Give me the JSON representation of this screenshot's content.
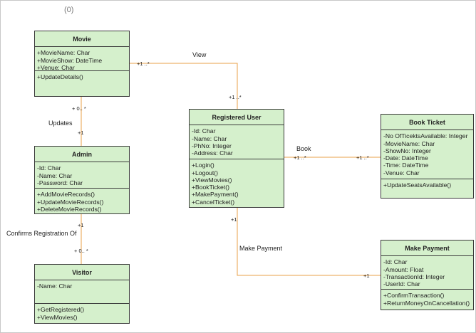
{
  "diagram_label": "(0)",
  "classes": {
    "movie": {
      "name": "Movie",
      "attributes": [
        "+MovieName: Char",
        "+MovieShow: DateTime",
        "+Venue: Char"
      ],
      "operations": [
        "+UpdateDetails()"
      ]
    },
    "admin": {
      "name": "Admin",
      "attributes": [
        "-Id: Char",
        "-Name: Char",
        "-Password: Char"
      ],
      "operations": [
        "+AddMovieRecords()",
        "+UpdateMovieRecords()",
        "+DeleteMovieRecords()"
      ]
    },
    "visitor": {
      "name": "Visitor",
      "attributes": [
        "-Name: Char"
      ],
      "operations": [
        "+GetRegistered()",
        "+ViewMovies()"
      ]
    },
    "registered_user": {
      "name": "Registered User",
      "attributes": [
        "-Id: Char",
        "-Name: Char",
        "-PhNo: Integer",
        "-Address: Char"
      ],
      "operations": [
        "+Login()",
        "+Logout()",
        "+ViewMovies()",
        "+BookTicket()",
        "+MakePayment()",
        "+CancelTicket()"
      ]
    },
    "book_ticket": {
      "name": "Book Ticket",
      "attributes": [
        "-No OfTicektsAvailable: Integer",
        "-MovieName: Char",
        "-ShowNo: Integer",
        "-Date: DateTime",
        "-Time: DateTime",
        "-Venue: Char"
      ],
      "operations": [
        "+UpdateSeatsAvailable()"
      ]
    },
    "make_payment": {
      "name": "Make Payment",
      "attributes": [
        "-Id: Char",
        "-Amount: Float",
        "-TransactionId: Integer",
        "-UserId: Char"
      ],
      "operations": [
        "+ConfirmTransaction()",
        "+ReturnMoneyOnCancellation()"
      ]
    }
  },
  "associations": {
    "view": {
      "label": "View",
      "movie_end": "+1 ..*",
      "user_end": "+1 ..*"
    },
    "updates": {
      "label": "Updates",
      "movie_end": "+ 0.. *",
      "admin_end": "+1"
    },
    "confirms": {
      "label": "Confirms Registration Of",
      "admin_end": "+1",
      "visitor_end": "+ 0.. *"
    },
    "book": {
      "label": "Book",
      "user_end": "+1 ..*",
      "ticket_end": "+1 ..*"
    },
    "payment": {
      "label": "Make Payment",
      "user_end": "+1",
      "payment_end": "+1"
    }
  },
  "colors": {
    "class_fill": "#d5f0cc",
    "class_border": "#3a3a3a",
    "connector": "#e8a04a"
  }
}
